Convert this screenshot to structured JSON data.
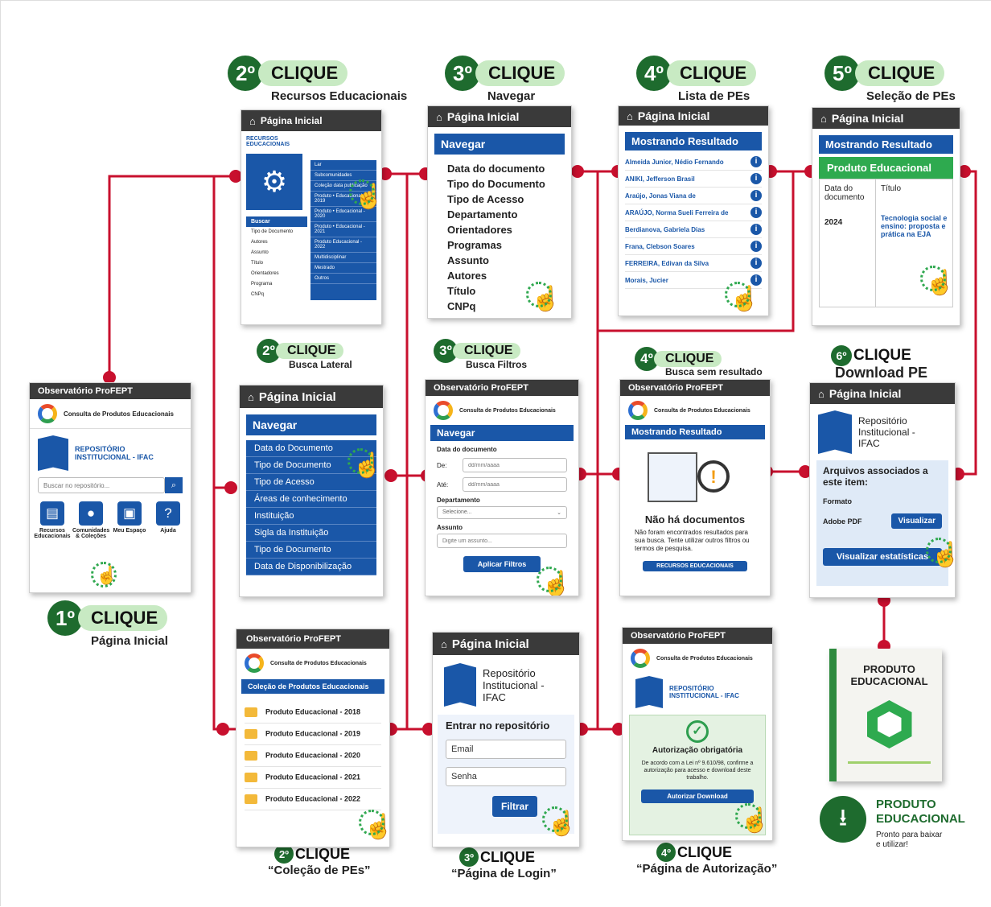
{
  "steps": {
    "s1": {
      "num": "1º",
      "label": "CLIQUE",
      "sub": "Página Inicial"
    },
    "s2": {
      "num": "2º",
      "label": "CLIQUE",
      "sub": "Recursos Educacionais"
    },
    "s3": {
      "num": "3º",
      "label": "CLIQUE",
      "sub": "Navegar"
    },
    "s4": {
      "num": "4º",
      "label": "CLIQUE",
      "sub": "Lista de PEs"
    },
    "s5": {
      "num": "5º",
      "label": "CLIQUE",
      "sub": "Seleção de PEs"
    },
    "s2b": {
      "num": "2º",
      "label": "CLIQUE",
      "sub": "Busca Lateral"
    },
    "s3b": {
      "num": "3º",
      "label": "CLIQUE",
      "sub": "Busca Filtros"
    },
    "s4b": {
      "num": "4º",
      "label": "CLIQUE",
      "sub": "Busca sem resultado"
    },
    "s6": {
      "num": "6º",
      "label": "CLIQUE",
      "sub": "Download PE"
    },
    "s2c": {
      "num": "2º",
      "label": "CLIQUE",
      "sub": "“Coleção de PEs”"
    },
    "s3c": {
      "num": "3º",
      "label": "CLIQUE",
      "sub": "“Página de Login”"
    },
    "s4c": {
      "num": "4º",
      "label": "CLIQUE",
      "sub": "“Página de Autorização”"
    }
  },
  "common": {
    "pagina_inicial": "Página Inicial",
    "observatorio": "Observatório ProFEPT",
    "consulta": "Consulta de Produtos Educacionais",
    "repositorio_caps": "REPOSITÓRIO INSTITUCIONAL - IFAC",
    "repositorio": "Repositório Institucional - IFAC",
    "navegar": "Navegar",
    "mostrando": "Mostrando Resultado"
  },
  "card1": {
    "search_placeholder": "Buscar no repositório...",
    "icons": [
      {
        "label": "Recursos Educacionais",
        "icon": "clipboard-icon"
      },
      {
        "label": "Comunidades & Coleções",
        "icon": "people-icon"
      },
      {
        "label": "Meu Espaço",
        "icon": "profile-icon"
      },
      {
        "label": "Ajuda",
        "icon": "help-icon"
      }
    ]
  },
  "card2": {
    "title": "RECURSOS EDUCACIONAIS",
    "right_items": [
      "Lar",
      "Subcomunidades",
      "Coleção data publicação",
      "Produto • Educacional - 2019",
      "Produto • Educacional - 2020",
      "Produto • Educacional - 2021",
      "Produto Educacional - 2022",
      "Multidisciplinar",
      "Mestrado",
      "Outros"
    ],
    "buscar": "Buscar",
    "left_items": [
      "Tipo de Documento",
      "Autores",
      "Assunto",
      "Título",
      "Orientadores",
      "Programa",
      "CNPq"
    ]
  },
  "card3": {
    "items": [
      "Data do documento",
      "Tipo do Documento",
      "Tipo de Acesso",
      "Departamento",
      "Orientadores",
      "Programas",
      "Assunto",
      "Autores",
      "Título",
      "CNPq"
    ]
  },
  "card4": {
    "authors": [
      "Almeida Junior, Nédio Fernando",
      "ANIKI, Jefferson Brasil",
      "Araújo, Jonas Viana de",
      "ARAÚJO, Norma Sueli Ferreira de",
      "Berdianova, Gabriela Dias",
      "Frana, Clebson Soares",
      "FERREIRA, Edivan da Silva",
      "Morais, Jucier"
    ]
  },
  "card5": {
    "produto": "Produto Educacional",
    "col_date": "Data do documento",
    "col_title": "Título",
    "year": "2024",
    "link": "Tecnologia social e ensino: proposta e prática na EJA"
  },
  "card6": {
    "items": [
      "Data do Documento",
      "Tipo de Documento",
      "Tipo de Acesso",
      "Áreas de conhecimento",
      "Instituição",
      "Sigla da Instituição",
      "Tipo de Documento",
      "Data de Disponibilização"
    ]
  },
  "card7": {
    "data_label": "Data do documento",
    "de": "De:",
    "ate": "Até:",
    "date_placeholder": "dd/mm/aaaa",
    "departamento": "Departamento",
    "selecione": "Selecione...",
    "assunto": "Assunto",
    "assunto_placeholder": "Digite um assunto...",
    "aplicar": "Aplicar Filtros"
  },
  "card8": {
    "nao_ha": "Não há documentos",
    "desc": "Não foram encontrados resultados para sua busca. Tente utilizar outros filtros ou termos de pesquisa.",
    "btn": "RECURSOS EDUCACIONAIS"
  },
  "card9": {
    "arquivos": "Arquivos associados a este item:",
    "formato": "Formato",
    "adobe": "Adobe PDF",
    "visualizar": "Visualizar",
    "estatisticas": "Visualizar estatísticas"
  },
  "card10": {
    "colecao": "Coleção de Produtos Educacionais",
    "items": [
      "Produto Educacional - 2018",
      "Produto Educacional - 2019",
      "Produto Educacional - 2020",
      "Produto Educacional - 2021",
      "Produto Educacional - 2022"
    ]
  },
  "card11": {
    "entrar": "Entrar no repositório",
    "email": "Email",
    "senha": "Senha",
    "filtrar": "Filtrar"
  },
  "card12": {
    "autorizacao": "Autorização obrigatória",
    "desc": "De acordo com a Lei nº 9.610/98, confirme a autorização para acesso e download deste trabalho.",
    "btn": "Autorizar Download"
  },
  "product": {
    "book_title": "PRODUTO EDUCACIONAL",
    "title": "PRODUTO EDUCACIONAL",
    "sub": "Pronto para baixar e utilizar!"
  },
  "colors": {
    "connector": "#c8102e",
    "nav_blue": "#1a57a8",
    "step_green": "#1e6b2e",
    "pill_green": "#c8eac3"
  }
}
